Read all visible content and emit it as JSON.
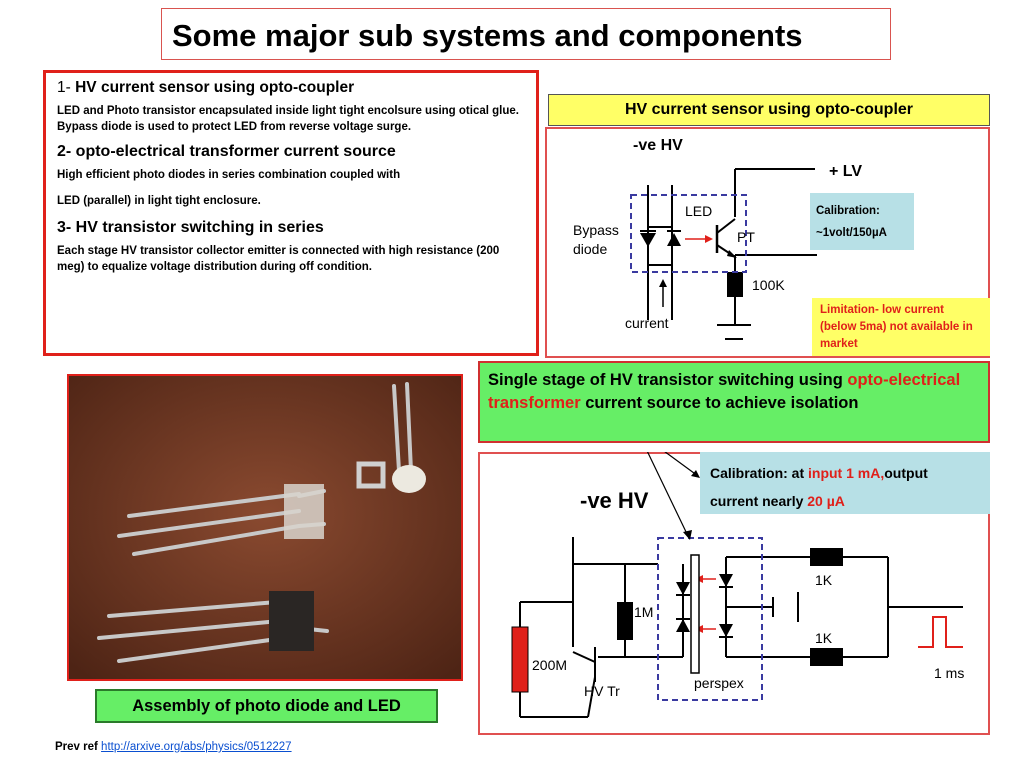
{
  "title": "Some major sub systems and components",
  "description": {
    "item1_number": "1-",
    "item1_heading": "HV current sensor using opto-coupler",
    "item1_text": "LED and Photo transistor encapsulated inside light tight encolsure using otical glue. Bypass diode is used to protect LED from reverse voltage surge.",
    "item2_heading": "2- opto-electrical transformer current source",
    "item2_text_line1": "High efficient photo diodes in series combination coupled with",
    "item2_text_line2": "LED (parallel) in light tight enclosure.",
    "item3_heading": "3- HV transistor switching in series",
    "item3_text": "Each stage HV transistor collector emitter is connected with high resistance (200 meg) to equalize voltage distribution during off condition."
  },
  "sensor": {
    "header": "HV current sensor using opto-coupler",
    "neg_hv": "-ve HV",
    "plus_lv": "+ LV",
    "led": "LED",
    "bypass": "Bypass",
    "diode": "diode",
    "pt": "PT",
    "r100k": "100K",
    "current": "current",
    "calibration_label": "Calibration:",
    "calibration_value": "~1volt/150µA",
    "limitation": "Limitation- low current (below 5ma) not available in market"
  },
  "stage": {
    "text_part1": "Single stage of HV transistor switching using ",
    "text_red": "opto-electrical transformer",
    "text_part2": " current source to achieve isolation",
    "calibration_part1": "Calibration: at ",
    "calibration_red1": "input 1 mA,",
    "calibration_part2": "output",
    "calibration_part3": "current nearly ",
    "calibration_red2": "20 µA",
    "neg_hv": "-ve HV",
    "r1k_top": "1K",
    "r1k_bottom": "1K",
    "r1m": "1M",
    "r200m": "200M",
    "hvtr": "HV Tr",
    "perspex": "perspex",
    "pulse": "1 ms"
  },
  "photo_caption": "Assembly of photo diode and LED",
  "reference": {
    "label": "Prev ref",
    "link": "http://arxive.org/abs/physics/0512227"
  },
  "colors": {
    "red": "#e0201a",
    "green": "#66ee66",
    "yellow": "#ffff66",
    "cyan": "#b7e0e6",
    "link": "#0a4fd0"
  }
}
